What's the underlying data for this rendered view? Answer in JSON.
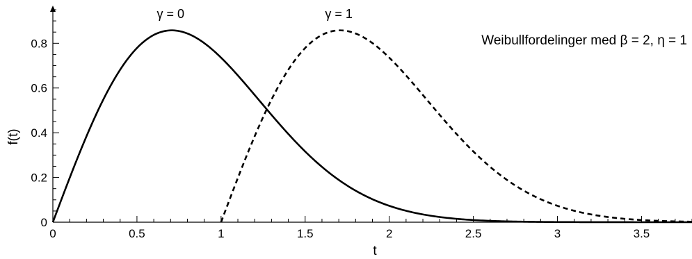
{
  "chart_data": {
    "type": "line",
    "title": "",
    "xlabel": "t",
    "ylabel": "f(t)",
    "xlim": [
      0,
      3.8
    ],
    "ylim": [
      0,
      0.95
    ],
    "x_ticks": [
      0,
      0.5,
      1,
      1.5,
      2,
      2.5,
      3,
      3.5
    ],
    "x_tick_labels": [
      "0",
      "0.5",
      "1",
      "1.5",
      "2",
      "2.5",
      "3",
      "3.5"
    ],
    "y_ticks": [
      0,
      0.2,
      0.4,
      0.6,
      0.8
    ],
    "y_tick_labels": [
      "0",
      "0.2",
      "0.4",
      "0.6",
      "0.8"
    ],
    "grid": false,
    "annotation": "Weibullfordelinger med β = 2, η = 1",
    "series": [
      {
        "name": "γ = 0",
        "style": "solid",
        "color": "#000000",
        "x": [
          0,
          0.1,
          0.2,
          0.3,
          0.4,
          0.5,
          0.6,
          0.7,
          0.8,
          0.9,
          1.0,
          1.1,
          1.2,
          1.3,
          1.4,
          1.5,
          1.6,
          1.7,
          1.8,
          1.9,
          2.0,
          2.2,
          2.4,
          2.6,
          2.8,
          3.0,
          3.4,
          3.8
        ],
        "y": [
          0,
          0.198,
          0.384,
          0.548,
          0.682,
          0.779,
          0.837,
          0.858,
          0.844,
          0.801,
          0.736,
          0.657,
          0.568,
          0.48,
          0.394,
          0.316,
          0.247,
          0.189,
          0.141,
          0.103,
          0.073,
          0.035,
          0.015,
          0.006,
          0.002,
          0.001,
          0.0,
          0.0
        ]
      },
      {
        "name": "γ = 1",
        "style": "dashed",
        "color": "#000000",
        "x": [
          1.0,
          1.1,
          1.2,
          1.3,
          1.4,
          1.5,
          1.6,
          1.7,
          1.8,
          1.9,
          2.0,
          2.1,
          2.2,
          2.3,
          2.4,
          2.5,
          2.6,
          2.7,
          2.8,
          2.9,
          3.0,
          3.2,
          3.4,
          3.6,
          3.8
        ],
        "y": [
          0,
          0.198,
          0.384,
          0.548,
          0.682,
          0.779,
          0.837,
          0.858,
          0.844,
          0.801,
          0.736,
          0.657,
          0.568,
          0.48,
          0.394,
          0.316,
          0.247,
          0.189,
          0.141,
          0.103,
          0.073,
          0.035,
          0.015,
          0.006,
          0.002
        ]
      }
    ],
    "curve_labels": [
      {
        "text": "γ = 0",
        "x": 0.7,
        "y": 0.9
      },
      {
        "text": "γ = 1",
        "x": 1.7,
        "y": 0.9
      }
    ]
  }
}
